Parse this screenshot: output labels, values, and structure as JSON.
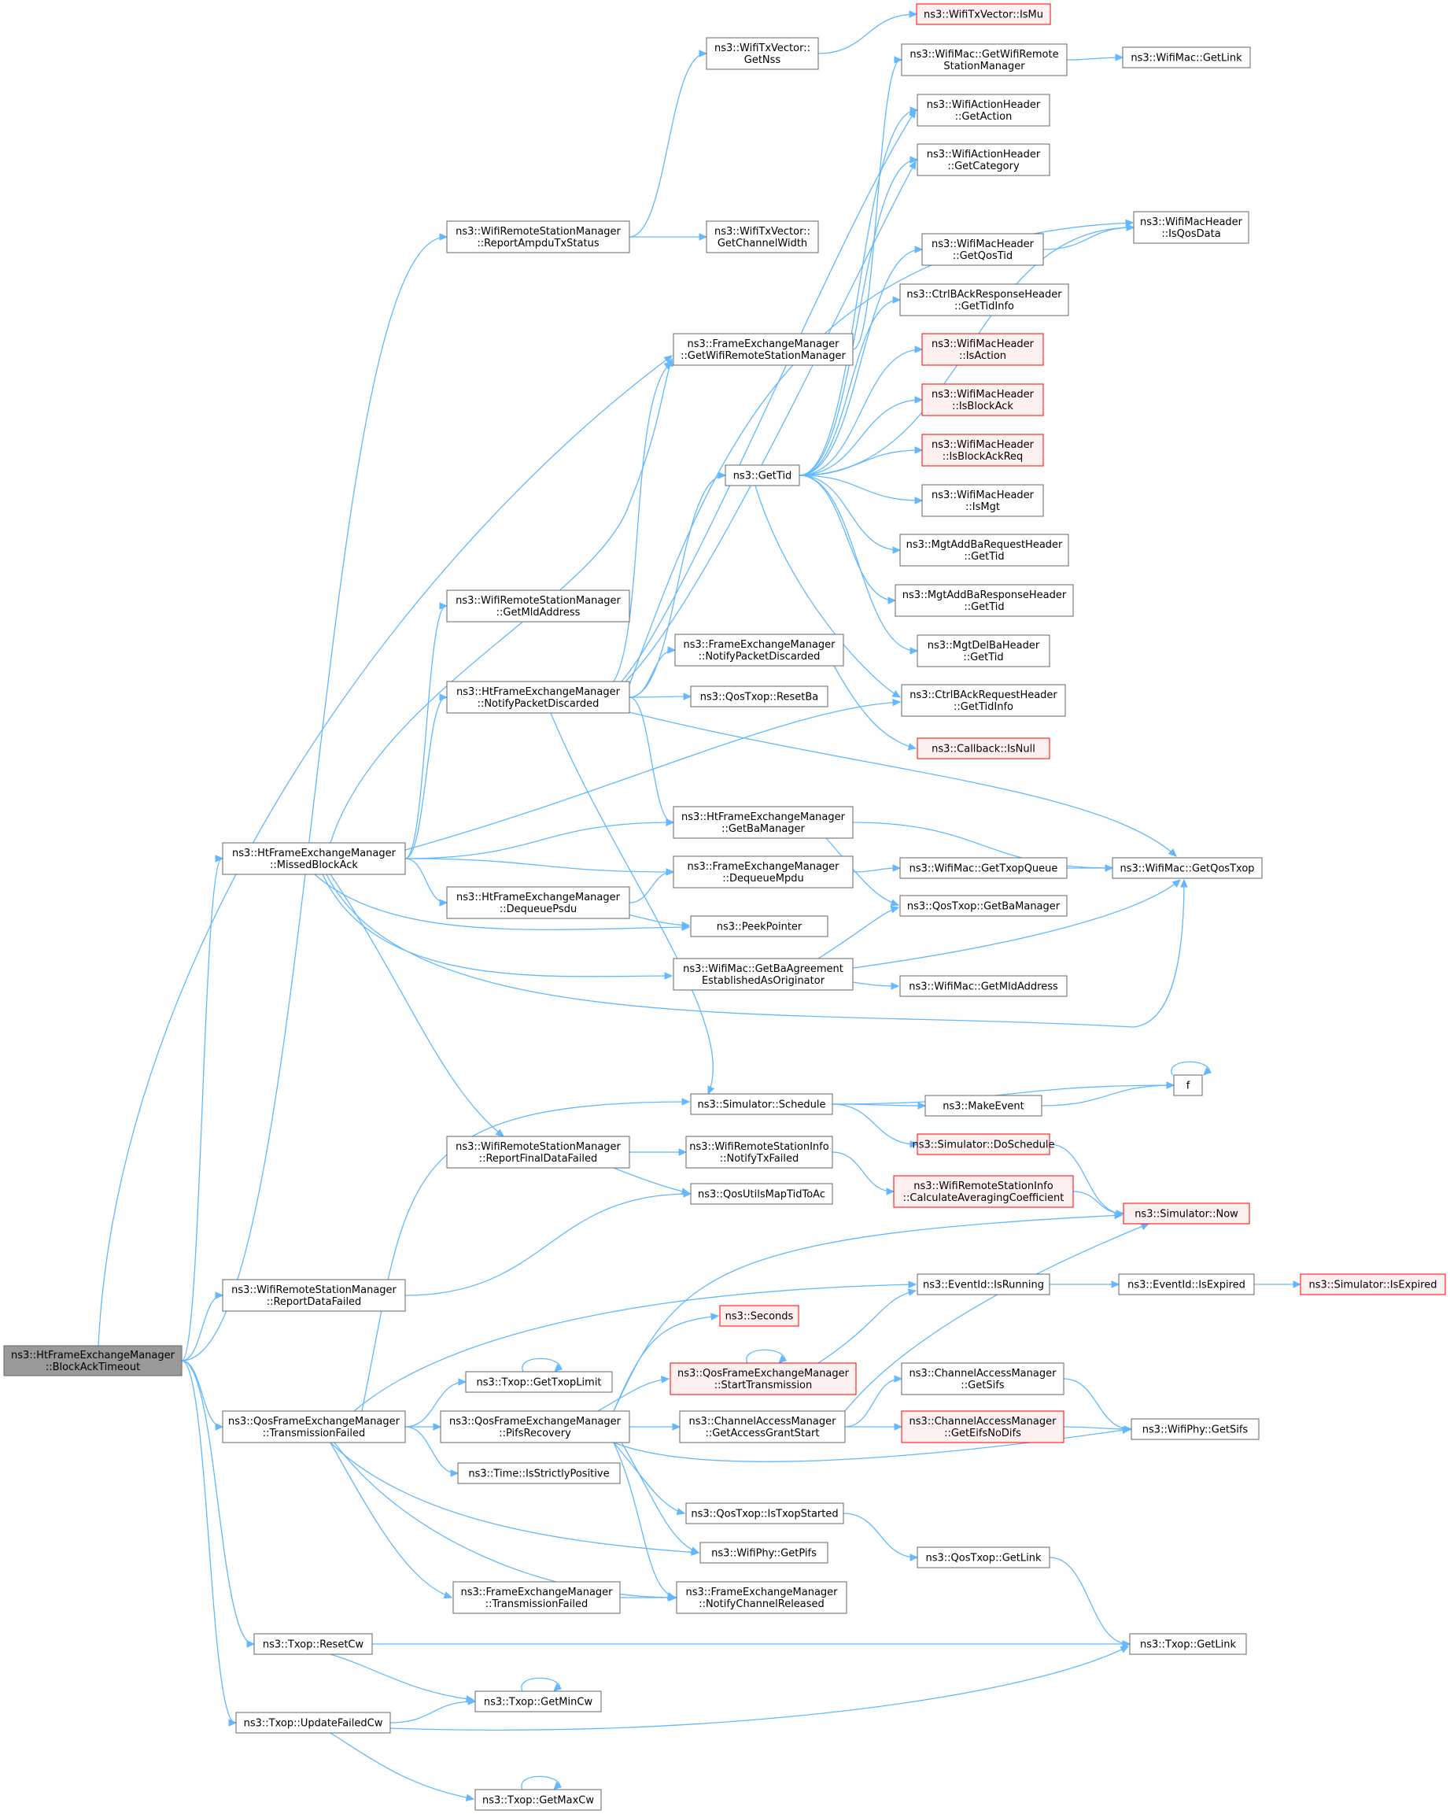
{
  "graph": {
    "nodes": [
      {
        "id": "root",
        "lines": [
          "ns3::HtFrameExchangeManager",
          "::BlockAckTimeout"
        ],
        "style": "root"
      },
      {
        "id": "n_isMu",
        "lines": [
          "ns3::WifiTxVector::IsMu"
        ],
        "style": "red"
      },
      {
        "id": "n_getNss",
        "lines": [
          "ns3::WifiTxVector::",
          "GetNss"
        ],
        "style": "normal"
      },
      {
        "id": "n_getWrsm",
        "lines": [
          "ns3::WifiMac::GetWifiRemote",
          "StationManager"
        ],
        "style": "normal"
      },
      {
        "id": "n_macGetLink",
        "lines": [
          "ns3::WifiMac::GetLink"
        ],
        "style": "normal"
      },
      {
        "id": "n_getAction",
        "lines": [
          "ns3::WifiActionHeader",
          "::GetAction"
        ],
        "style": "normal"
      },
      {
        "id": "n_getCategory",
        "lines": [
          "ns3::WifiActionHeader",
          "::GetCategory"
        ],
        "style": "normal"
      },
      {
        "id": "n_isQosData",
        "lines": [
          "ns3::WifiMacHeader",
          "::IsQosData"
        ],
        "style": "normal"
      },
      {
        "id": "n_reportAmpdu",
        "lines": [
          "ns3::WifiRemoteStationManager",
          "::ReportAmpduTxStatus"
        ],
        "style": "normal"
      },
      {
        "id": "n_getChanWidth",
        "lines": [
          "ns3::WifiTxVector::",
          "GetChannelWidth"
        ],
        "style": "normal"
      },
      {
        "id": "n_getQosTid",
        "lines": [
          "ns3::WifiMacHeader",
          "::GetQosTid"
        ],
        "style": "normal"
      },
      {
        "id": "n_ctrlRespTid",
        "lines": [
          "ns3::CtrlBAckResponseHeader",
          "::GetTidInfo"
        ],
        "style": "normal"
      },
      {
        "id": "n_femGetWrsm",
        "lines": [
          "ns3::FrameExchangeManager",
          "::GetWifiRemoteStationManager"
        ],
        "style": "normal"
      },
      {
        "id": "n_isAction",
        "lines": [
          "ns3::WifiMacHeader",
          "::IsAction"
        ],
        "style": "red"
      },
      {
        "id": "n_isBlockAck",
        "lines": [
          "ns3::WifiMacHeader",
          "::IsBlockAck"
        ],
        "style": "red"
      },
      {
        "id": "n_getTid",
        "lines": [
          "ns3::GetTid"
        ],
        "style": "normal"
      },
      {
        "id": "n_isBlockAckReq",
        "lines": [
          "ns3::WifiMacHeader",
          "::IsBlockAckReq"
        ],
        "style": "red"
      },
      {
        "id": "n_isMgt",
        "lines": [
          "ns3::WifiMacHeader",
          "::IsMgt"
        ],
        "style": "normal"
      },
      {
        "id": "n_addReqTid",
        "lines": [
          "ns3::MgtAddBaRequestHeader",
          "::GetTid"
        ],
        "style": "normal"
      },
      {
        "id": "n_getMldAddrWrsm",
        "lines": [
          "ns3::WifiRemoteStationManager",
          "::GetMldAddress"
        ],
        "style": "normal"
      },
      {
        "id": "n_addRespTid",
        "lines": [
          "ns3::MgtAddBaResponseHeader",
          "::GetTid"
        ],
        "style": "normal"
      },
      {
        "id": "n_delBaTid",
        "lines": [
          "ns3::MgtDelBaHeader",
          "::GetTid"
        ],
        "style": "normal"
      },
      {
        "id": "n_femNotifyDisc",
        "lines": [
          "ns3::FrameExchangeManager",
          "::NotifyPacketDiscarded"
        ],
        "style": "normal"
      },
      {
        "id": "n_htNotifyDisc",
        "lines": [
          "ns3::HtFrameExchangeManager",
          "::NotifyPacketDiscarded"
        ],
        "style": "normal"
      },
      {
        "id": "n_resetBa",
        "lines": [
          "ns3::QosTxop::ResetBa"
        ],
        "style": "normal"
      },
      {
        "id": "n_ctrlReqTid",
        "lines": [
          "ns3::CtrlBAckRequestHeader",
          "::GetTidInfo"
        ],
        "style": "normal"
      },
      {
        "id": "n_cbIsNull",
        "lines": [
          "ns3::Callback::IsNull"
        ],
        "style": "red"
      },
      {
        "id": "n_htGetBaMgr",
        "lines": [
          "ns3::HtFrameExchangeManager",
          "::GetBaManager"
        ],
        "style": "normal"
      },
      {
        "id": "n_missedBa",
        "lines": [
          "ns3::HtFrameExchangeManager",
          "::MissedBlockAck"
        ],
        "style": "normal"
      },
      {
        "id": "n_femDequeueMpdu",
        "lines": [
          "ns3::FrameExchangeManager",
          "::DequeueMpdu"
        ],
        "style": "normal"
      },
      {
        "id": "n_getTxopQueue",
        "lines": [
          "ns3::WifiMac::GetTxopQueue"
        ],
        "style": "normal"
      },
      {
        "id": "n_getQosTxop",
        "lines": [
          "ns3::WifiMac::GetQosTxop"
        ],
        "style": "normal"
      },
      {
        "id": "n_htDequeuePsdu",
        "lines": [
          "ns3::HtFrameExchangeManager",
          "::DequeuePsdu"
        ],
        "style": "normal"
      },
      {
        "id": "n_qosGetBaMgr",
        "lines": [
          "ns3::QosTxop::GetBaManager"
        ],
        "style": "normal"
      },
      {
        "id": "n_peekPointer",
        "lines": [
          "ns3::PeekPointer"
        ],
        "style": "normal"
      },
      {
        "id": "n_getBaAgree",
        "lines": [
          "ns3::WifiMac::GetBaAgreement",
          "EstablishedAsOriginator"
        ],
        "style": "normal"
      },
      {
        "id": "n_macGetMld",
        "lines": [
          "ns3::WifiMac::GetMldAddress"
        ],
        "style": "normal"
      },
      {
        "id": "n_f",
        "lines": [
          "f"
        ],
        "style": "normal"
      },
      {
        "id": "n_schedule",
        "lines": [
          "ns3::Simulator::Schedule"
        ],
        "style": "normal"
      },
      {
        "id": "n_makeEvent",
        "lines": [
          "ns3::MakeEvent"
        ],
        "style": "normal"
      },
      {
        "id": "n_doSchedule",
        "lines": [
          "ns3::Simulator::DoSchedule"
        ],
        "style": "red"
      },
      {
        "id": "n_reportFinal",
        "lines": [
          "ns3::WifiRemoteStationManager",
          "::ReportFinalDataFailed"
        ],
        "style": "normal"
      },
      {
        "id": "n_notifyTxFailed",
        "lines": [
          "ns3::WifiRemoteStationInfo",
          "::NotifyTxFailed"
        ],
        "style": "normal"
      },
      {
        "id": "n_calcAvg",
        "lines": [
          "ns3::WifiRemoteStationInfo",
          "::CalculateAveragingCoefficient"
        ],
        "style": "red"
      },
      {
        "id": "n_mapTid",
        "lines": [
          "ns3::QosUtilsMapTidToAc"
        ],
        "style": "normal"
      },
      {
        "id": "n_now",
        "lines": [
          "ns3::Simulator::Now"
        ],
        "style": "red"
      },
      {
        "id": "n_reportData",
        "lines": [
          "ns3::WifiRemoteStationManager",
          "::ReportDataFailed"
        ],
        "style": "normal"
      },
      {
        "id": "n_isRunning",
        "lines": [
          "ns3::EventId::IsRunning"
        ],
        "style": "normal"
      },
      {
        "id": "n_isExpired",
        "lines": [
          "ns3::EventId::IsExpired"
        ],
        "style": "normal"
      },
      {
        "id": "n_simIsExpired",
        "lines": [
          "ns3::Simulator::IsExpired"
        ],
        "style": "red"
      },
      {
        "id": "n_seconds",
        "lines": [
          "ns3::Seconds"
        ],
        "style": "red"
      },
      {
        "id": "n_startTx",
        "lines": [
          "ns3::QosFrameExchangeManager",
          "::StartTransmission"
        ],
        "style": "red"
      },
      {
        "id": "n_getSifs",
        "lines": [
          "ns3::ChannelAccessManager",
          "::GetSifs"
        ],
        "style": "normal"
      },
      {
        "id": "n_getTxopLimit",
        "lines": [
          "ns3::Txop::GetTxopLimit"
        ],
        "style": "normal"
      },
      {
        "id": "n_qosTxFailed",
        "lines": [
          "ns3::QosFrameExchangeManager",
          "::TransmissionFailed"
        ],
        "style": "normal"
      },
      {
        "id": "n_pifsRecovery",
        "lines": [
          "ns3::QosFrameExchangeManager",
          "::PifsRecovery"
        ],
        "style": "normal"
      },
      {
        "id": "n_getAccessGrant",
        "lines": [
          "ns3::ChannelAccessManager",
          "::GetAccessGrantStart"
        ],
        "style": "normal"
      },
      {
        "id": "n_getEifs",
        "lines": [
          "ns3::ChannelAccessManager",
          "::GetEifsNoDifs"
        ],
        "style": "red"
      },
      {
        "id": "n_phyGetSifs",
        "lines": [
          "ns3::WifiPhy::GetSifs"
        ],
        "style": "normal"
      },
      {
        "id": "n_isStrictlyPos",
        "lines": [
          "ns3::Time::IsStrictlyPositive"
        ],
        "style": "normal"
      },
      {
        "id": "n_isTxopStarted",
        "lines": [
          "ns3::QosTxop::IsTxopStarted"
        ],
        "style": "normal"
      },
      {
        "id": "n_getPifs",
        "lines": [
          "ns3::WifiPhy::GetPifs"
        ],
        "style": "normal"
      },
      {
        "id": "n_qosGetLink",
        "lines": [
          "ns3::QosTxop::GetLink"
        ],
        "style": "normal"
      },
      {
        "id": "n_femTxFailed",
        "lines": [
          "ns3::FrameExchangeManager",
          "::TransmissionFailed"
        ],
        "style": "normal"
      },
      {
        "id": "n_notifyChanRel",
        "lines": [
          "ns3::FrameExchangeManager",
          "::NotifyChannelReleased"
        ],
        "style": "normal"
      },
      {
        "id": "n_resetCw",
        "lines": [
          "ns3::Txop::ResetCw"
        ],
        "style": "normal"
      },
      {
        "id": "n_txopGetLink",
        "lines": [
          "ns3::Txop::GetLink"
        ],
        "style": "normal"
      },
      {
        "id": "n_getMinCw",
        "lines": [
          "ns3::Txop::GetMinCw"
        ],
        "style": "normal"
      },
      {
        "id": "n_updateFailedCw",
        "lines": [
          "ns3::Txop::UpdateFailedCw"
        ],
        "style": "normal"
      },
      {
        "id": "n_getMaxCw",
        "lines": [
          "ns3::Txop::GetMaxCw"
        ],
        "style": "normal"
      }
    ],
    "edges": [
      [
        "root",
        "n_reportAmpdu"
      ],
      [
        "root",
        "n_femGetWrsm"
      ],
      [
        "root",
        "n_missedBa"
      ],
      [
        "root",
        "n_reportData"
      ],
      [
        "root",
        "n_qosTxFailed"
      ],
      [
        "root",
        "n_resetCw"
      ],
      [
        "root",
        "n_updateFailedCw"
      ],
      [
        "n_reportAmpdu",
        "n_getNss"
      ],
      [
        "n_reportAmpdu",
        "n_getChanWidth"
      ],
      [
        "n_getNss",
        "n_isMu"
      ],
      [
        "n_femGetWrsm",
        "n_getWrsm"
      ],
      [
        "n_getWrsm",
        "n_macGetLink"
      ],
      [
        "n_getTid",
        "n_getAction"
      ],
      [
        "n_getTid",
        "n_getCategory"
      ],
      [
        "n_getTid",
        "n_isQosData"
      ],
      [
        "n_getTid",
        "n_getQosTid"
      ],
      [
        "n_getTid",
        "n_ctrlRespTid"
      ],
      [
        "n_getTid",
        "n_isAction"
      ],
      [
        "n_getTid",
        "n_isBlockAck"
      ],
      [
        "n_getTid",
        "n_isBlockAckReq"
      ],
      [
        "n_getTid",
        "n_isMgt"
      ],
      [
        "n_getTid",
        "n_addReqTid"
      ],
      [
        "n_getTid",
        "n_addRespTid"
      ],
      [
        "n_getTid",
        "n_delBaTid"
      ],
      [
        "n_getTid",
        "n_ctrlReqTid"
      ],
      [
        "n_getQosTid",
        "n_isQosData"
      ],
      [
        "n_missedBa",
        "n_getMldAddrWrsm"
      ],
      [
        "n_missedBa",
        "n_htNotifyDisc"
      ],
      [
        "n_missedBa",
        "n_ctrlReqTid"
      ],
      [
        "n_missedBa",
        "n_htGetBaMgr"
      ],
      [
        "n_missedBa",
        "n_femDequeueMpdu"
      ],
      [
        "n_missedBa",
        "n_htDequeuePsdu"
      ],
      [
        "n_missedBa",
        "n_peekPointer"
      ],
      [
        "n_missedBa",
        "n_getBaAgree"
      ],
      [
        "n_missedBa",
        "n_getQosTxop"
      ],
      [
        "n_missedBa",
        "n_reportFinal"
      ],
      [
        "n_missedBa",
        "n_femGetWrsm"
      ],
      [
        "n_htNotifyDisc",
        "n_femNotifyDisc"
      ],
      [
        "n_htNotifyDisc",
        "n_resetBa"
      ],
      [
        "n_htNotifyDisc",
        "n_getTid"
      ],
      [
        "n_htNotifyDisc",
        "n_htGetBaMgr"
      ],
      [
        "n_htNotifyDisc",
        "n_getQosTxop"
      ],
      [
        "n_htNotifyDisc",
        "n_schedule"
      ],
      [
        "n_htNotifyDisc",
        "n_femGetWrsm"
      ],
      [
        "n_htNotifyDisc",
        "n_getAction"
      ],
      [
        "n_htNotifyDisc",
        "n_getCategory"
      ],
      [
        "n_htNotifyDisc",
        "n_isQosData"
      ],
      [
        "n_femNotifyDisc",
        "n_cbIsNull"
      ],
      [
        "n_htGetBaMgr",
        "n_qosGetBaMgr"
      ],
      [
        "n_htGetBaMgr",
        "n_getQosTxop"
      ],
      [
        "n_femDequeueMpdu",
        "n_getTxopQueue"
      ],
      [
        "n_getTxopQueue",
        "n_getQosTxop"
      ],
      [
        "n_htDequeuePsdu",
        "n_femDequeueMpdu"
      ],
      [
        "n_htDequeuePsdu",
        "n_peekPointer"
      ],
      [
        "n_getBaAgree",
        "n_qosGetBaMgr"
      ],
      [
        "n_getBaAgree",
        "n_getQosTxop"
      ],
      [
        "n_getBaAgree",
        "n_macGetMld"
      ],
      [
        "n_schedule",
        "n_f"
      ],
      [
        "n_schedule",
        "n_makeEvent"
      ],
      [
        "n_schedule",
        "n_doSchedule"
      ],
      [
        "n_makeEvent",
        "n_f"
      ],
      [
        "n_f",
        "n_f"
      ],
      [
        "n_doSchedule",
        "n_now"
      ],
      [
        "n_reportFinal",
        "n_notifyTxFailed"
      ],
      [
        "n_reportFinal",
        "n_mapTid"
      ],
      [
        "n_notifyTxFailed",
        "n_calcAvg"
      ],
      [
        "n_calcAvg",
        "n_now"
      ],
      [
        "n_reportData",
        "n_mapTid"
      ],
      [
        "n_qosTxFailed",
        "n_schedule"
      ],
      [
        "n_qosTxFailed",
        "n_isRunning"
      ],
      [
        "n_qosTxFailed",
        "n_getTxopLimit"
      ],
      [
        "n_qosTxFailed",
        "n_pifsRecovery"
      ],
      [
        "n_qosTxFailed",
        "n_isStrictlyPos"
      ],
      [
        "n_qosTxFailed",
        "n_getPifs"
      ],
      [
        "n_qosTxFailed",
        "n_femTxFailed"
      ],
      [
        "n_qosTxFailed",
        "n_notifyChanRel"
      ],
      [
        "n_getTxopLimit",
        "n_getTxopLimit"
      ],
      [
        "n_isRunning",
        "n_isExpired"
      ],
      [
        "n_isExpired",
        "n_simIsExpired"
      ],
      [
        "n_pifsRecovery",
        "n_now"
      ],
      [
        "n_pifsRecovery",
        "n_seconds"
      ],
      [
        "n_pifsRecovery",
        "n_startTx"
      ],
      [
        "n_pifsRecovery",
        "n_getAccessGrant"
      ],
      [
        "n_pifsRecovery",
        "n_phyGetSifs"
      ],
      [
        "n_pifsRecovery",
        "n_isTxopStarted"
      ],
      [
        "n_pifsRecovery",
        "n_getPifs"
      ],
      [
        "n_pifsRecovery",
        "n_notifyChanRel"
      ],
      [
        "n_startTx",
        "n_isRunning"
      ],
      [
        "n_startTx",
        "n_startTx"
      ],
      [
        "n_getAccessGrant",
        "n_getSifs"
      ],
      [
        "n_getAccessGrant",
        "n_getEifs"
      ],
      [
        "n_getAccessGrant",
        "n_now"
      ],
      [
        "n_getSifs",
        "n_phyGetSifs"
      ],
      [
        "n_getEifs",
        "n_phyGetSifs"
      ],
      [
        "n_isTxopStarted",
        "n_qosGetLink"
      ],
      [
        "n_qosGetLink",
        "n_txopGetLink"
      ],
      [
        "n_femTxFailed",
        "n_notifyChanRel"
      ],
      [
        "n_resetCw",
        "n_txopGetLink"
      ],
      [
        "n_resetCw",
        "n_getMinCw"
      ],
      [
        "n_getMinCw",
        "n_getMinCw"
      ],
      [
        "n_updateFailedCw",
        "n_getMinCw"
      ],
      [
        "n_updateFailedCw",
        "n_txopGetLink"
      ],
      [
        "n_updateFailedCw",
        "n_getMaxCw"
      ],
      [
        "n_getMaxCw",
        "n_getMaxCw"
      ]
    ]
  }
}
